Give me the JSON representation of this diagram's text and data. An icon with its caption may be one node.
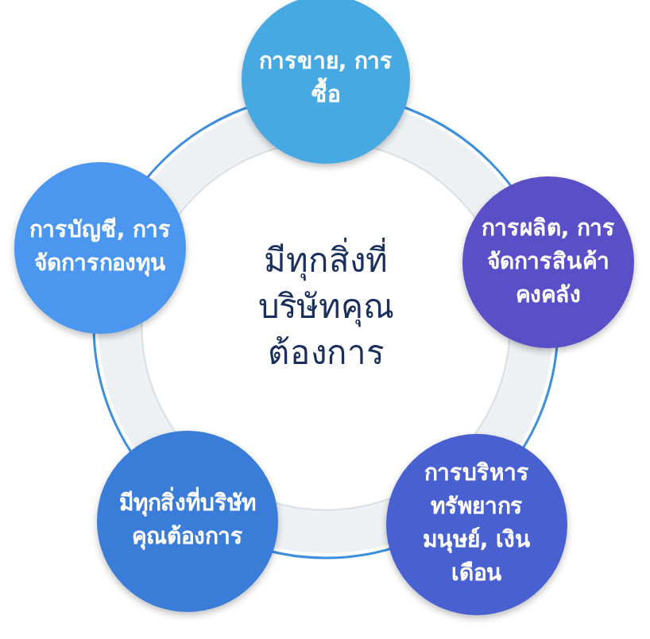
{
  "diagram": {
    "nodes": [
      {
        "text": [
          "การขาย, การซื้อ"
        ]
      },
      {
        "text": [
          "การผลิต, การจัดการสินค้าคงคลัง"
        ]
      },
      {
        "text": [
          "การบริหารทรัพยากรมนุษย์, เงินเดือน"
        ]
      },
      {
        "text": [
          "มีทุกสิ่งที่บริษัทคุณต้องการ"
        ]
      },
      {
        "text": [
          "การบัญชี, การจัดการกองทุน"
        ]
      }
    ],
    "labels": [
      "มีทุกสิ่งที่บริษัทคุณต้องการ"
    ]
  }
}
